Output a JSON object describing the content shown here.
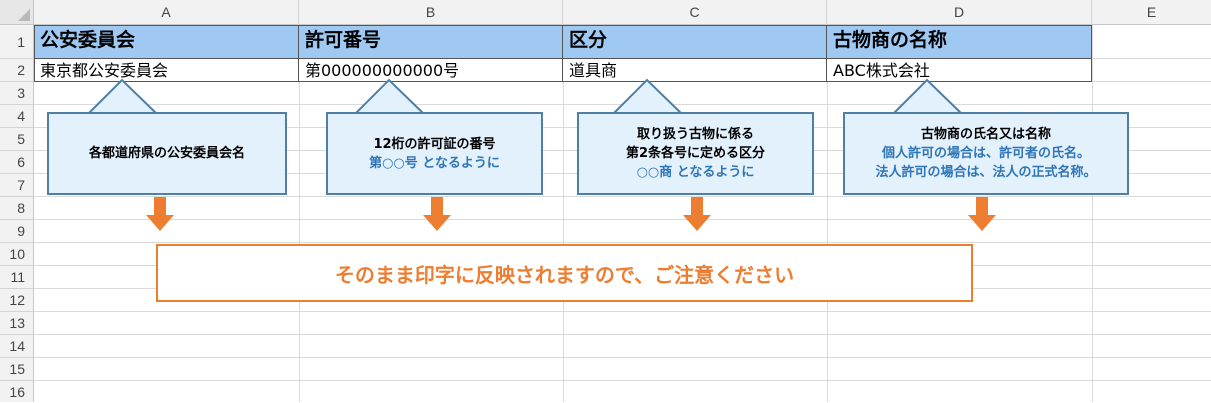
{
  "columns": [
    "A",
    "B",
    "C",
    "D",
    "E"
  ],
  "rows": [
    "1",
    "2",
    "3",
    "4",
    "5",
    "6",
    "7",
    "8",
    "9",
    "10",
    "11",
    "12",
    "13",
    "14",
    "15",
    "16"
  ],
  "table": {
    "headers": [
      "公安委員会",
      "許可番号",
      "区分",
      "古物商の名称"
    ],
    "values": [
      "東京都公安委員会",
      "第000000000000号",
      "道具商",
      "ABC株式会社"
    ]
  },
  "callouts": [
    {
      "lines": [
        "各都道府県の公安委員会名"
      ]
    },
    {
      "lines": [
        "12桁の許可証の番号",
        "第○○号 となるように"
      ]
    },
    {
      "lines": [
        "取り扱う古物に係る",
        "第2条各号に定める区分",
        "○○商 となるように"
      ]
    },
    {
      "lines": [
        "古物商の氏名又は名称",
        "個人許可の場合は、許可者の氏名。",
        "法人許可の場合は、法人の正式名称。"
      ]
    }
  ],
  "banner": {
    "text": "そのまま印字に反映されますので、ご注意ください"
  },
  "colors": {
    "header_fill": "#9fc9f3",
    "callout_fill": "#e3f1fd",
    "callout_border": "#4f7fa5",
    "callout_accent_text": "#2e75b6",
    "arrow": "#ed7d31",
    "banner_border": "#ed7d31",
    "banner_text": "#ed7d31"
  }
}
